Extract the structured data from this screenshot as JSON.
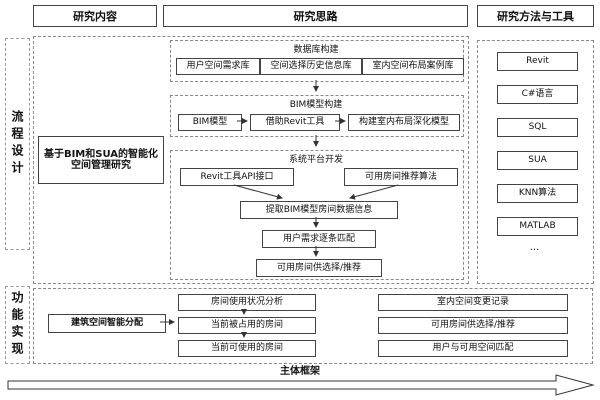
{
  "headers": {
    "content": "研究内容",
    "approach": "研究思路",
    "methods": "研究方法与工具"
  },
  "side_labels": {
    "process_design": "流程设计",
    "function_realize": "功能实现"
  },
  "process": {
    "main_topic": "基于BIM和SUA的智能化空间管理研究",
    "database_group": {
      "title": "数据库构建",
      "items": [
        "用户空间需求库",
        "空间选择历史信息库",
        "室内空间布局案例库"
      ]
    },
    "bim_group": {
      "title": "BIM模型构建",
      "items": [
        "BIM模型",
        "借助Revit工具",
        "构建室内布局深化模型"
      ]
    },
    "platform_group": {
      "title": "系统平台开发",
      "api_box": "Revit工具API接口",
      "algorithm_box": "可用房间推荐算法",
      "steps": [
        "提取BIM模型房间数据信息",
        "用户需求逐条匹配",
        "可用房间供选择/推荐"
      ]
    }
  },
  "tools": [
    "Revit",
    "C#语言",
    "SQL",
    "SUA",
    "KNN算法",
    "MATLAB",
    "..."
  ],
  "functions": {
    "allocation": "建筑空间智能分配",
    "analysis_items": [
      "房间使用状况分析",
      "当前被占用的房间",
      "当前可使用的房间"
    ],
    "record_items": [
      "室内空间变更记录",
      "可用房间供选择/推荐",
      "用户与可用空间匹配"
    ]
  },
  "footer": {
    "label": "主体框架"
  }
}
